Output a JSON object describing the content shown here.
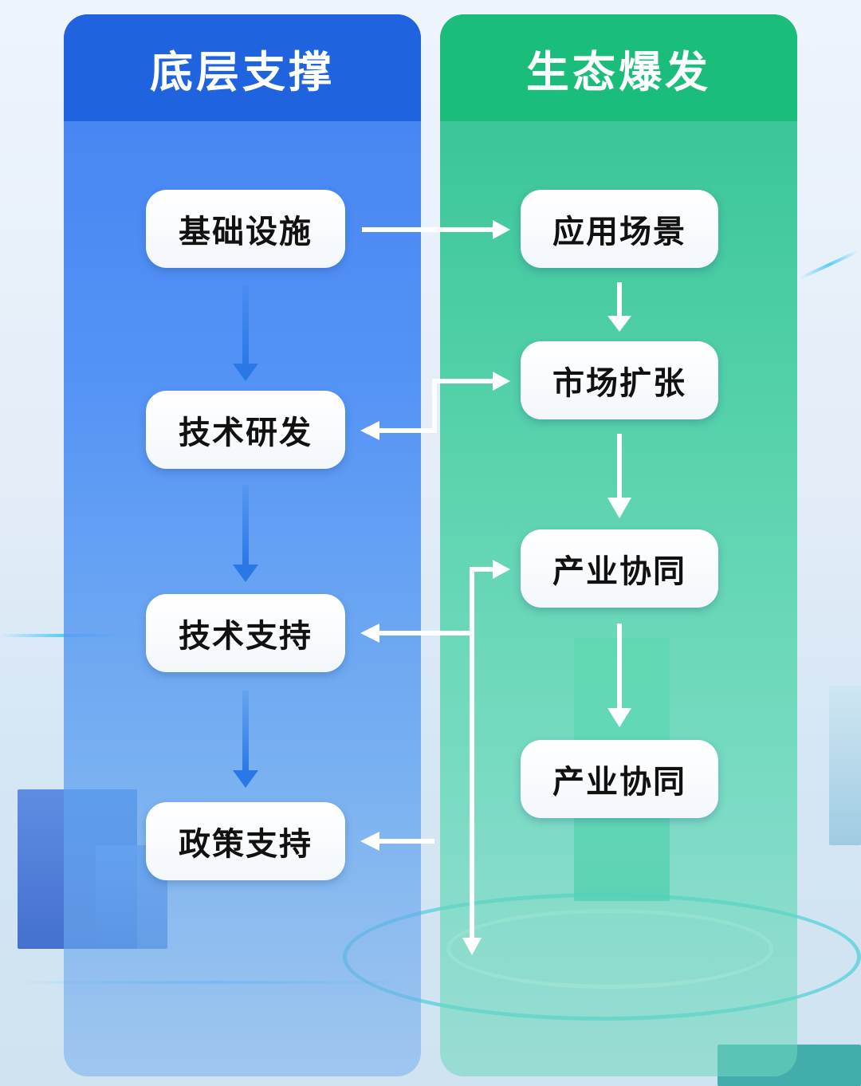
{
  "left_column": {
    "title": "底层支撑",
    "nodes": [
      "基础设施",
      "技术研发",
      "技术支持",
      "政策支持"
    ]
  },
  "right_column": {
    "title": "生态爆发",
    "nodes": [
      "应用场景",
      "市场扩张",
      "产业协同",
      "产业协同"
    ]
  },
  "colors": {
    "left_header": "#1f63de",
    "right_header": "#1bbd7a",
    "arrow_blue": "#2a78e6",
    "arrow_white": "#ffffff"
  }
}
